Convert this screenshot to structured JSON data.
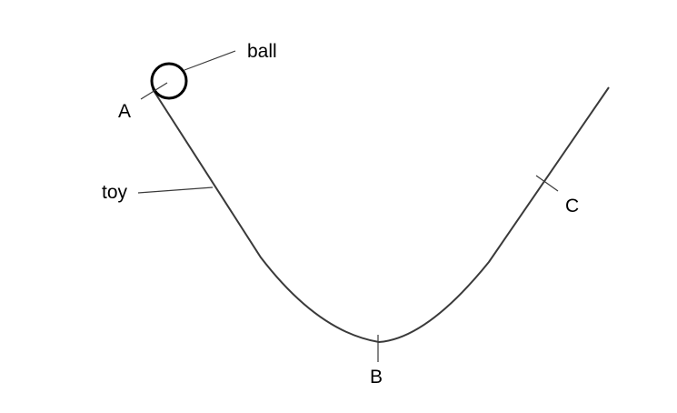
{
  "labels": {
    "ball": "ball",
    "toy": "toy",
    "point_a": "A",
    "point_b": "B",
    "point_c": "C"
  },
  "colors": {
    "track": "#3a3a3a",
    "ball": "#000000",
    "text": "#000000",
    "background": "#ffffff"
  }
}
